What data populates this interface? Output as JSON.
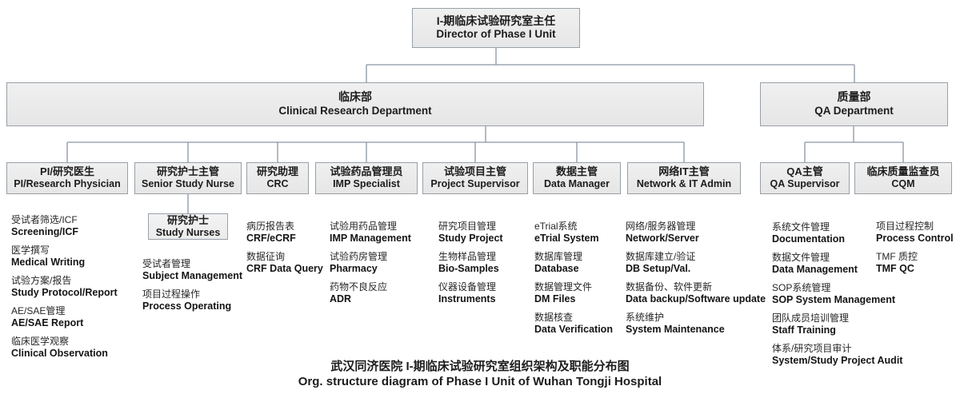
{
  "caption": {
    "zh": "武汉同济医院 I-期临床试验研究室组织架构及职能分布图",
    "en": "Org. structure diagram of Phase I Unit of Wuhan Tongji Hospital"
  },
  "nodes": {
    "director": {
      "zh": "I-期临床试验研究室主任",
      "en": "Director of Phase I Unit"
    },
    "clinical_dept": {
      "zh": "临床部",
      "en": "Clinical Research Department"
    },
    "qa_dept": {
      "zh": "质量部",
      "en": "QA Department"
    },
    "study_nurses": {
      "zh": "研究护士",
      "en": "Study Nurses"
    },
    "roles": [
      {
        "zh": "PI/研究医生",
        "en": "PI/Research Physician"
      },
      {
        "zh": "研究护士主管",
        "en": "Senior Study Nurse"
      },
      {
        "zh": "研究助理",
        "en": "CRC"
      },
      {
        "zh": "试验药品管理员",
        "en": "IMP Specialist"
      },
      {
        "zh": "试验项目主管",
        "en": "Project Supervisor"
      },
      {
        "zh": "数据主管",
        "en": "Data Manager"
      },
      {
        "zh": "网络IT主管",
        "en": "Network & IT Admin"
      },
      {
        "zh": "QA主管",
        "en": "QA Supervisor"
      },
      {
        "zh": "临床质量监查员",
        "en": "CQM"
      }
    ]
  },
  "duties": {
    "pi": [
      {
        "zh": "受试者筛选/ICF",
        "en": "Screening/ICF"
      },
      {
        "zh": "医学撰写",
        "en": "Medical Writing"
      },
      {
        "zh": "试验方案/报告",
        "en": "Study Protocol/Report"
      },
      {
        "zh": "AE/SAE管理",
        "en": "AE/SAE Report"
      },
      {
        "zh": "临床医学观察",
        "en": "Clinical Observation"
      }
    ],
    "nurse": [
      {
        "zh": "受试者管理",
        "en": "Subject Management"
      },
      {
        "zh": "项目过程操作",
        "en": "Process Operating"
      }
    ],
    "crc": [
      {
        "zh": "病历报告表",
        "en": "CRF/eCRF"
      },
      {
        "zh": "数据征询",
        "en": "CRF Data Query"
      }
    ],
    "imp": [
      {
        "zh": "试验用药品管理",
        "en": "IMP Management"
      },
      {
        "zh": "试验药房管理",
        "en": "Pharmacy"
      },
      {
        "zh": "药物不良反应",
        "en": "ADR"
      }
    ],
    "project": [
      {
        "zh": "研究项目管理",
        "en": "Study Project"
      },
      {
        "zh": "生物样品管理",
        "en": "Bio-Samples"
      },
      {
        "zh": "仪器设备管理",
        "en": "Instruments"
      }
    ],
    "data": [
      {
        "zh": "eTrial系统",
        "en": "eTrial System"
      },
      {
        "zh": "数据库管理",
        "en": "Database"
      },
      {
        "zh": "数据管理文件",
        "en": "DM Files"
      },
      {
        "zh": "数据核查",
        "en": "Data Verification"
      }
    ],
    "it": [
      {
        "zh": "网络/服务器管理",
        "en": "Network/Server"
      },
      {
        "zh": "数据库建立/验证",
        "en": "DB Setup/Val."
      },
      {
        "zh": "数据备份、软件更新",
        "en": "Data backup/Software update"
      },
      {
        "zh": "系统维护",
        "en": "System Maintenance"
      }
    ],
    "qa": [
      {
        "zh": "系统文件管理",
        "en": "Documentation"
      },
      {
        "zh": "数据文件管理",
        "en": "Data Management"
      },
      {
        "zh": "SOP系统管理",
        "en": "SOP System Management"
      },
      {
        "zh": "团队成员培训管理",
        "en": "Staff Training"
      },
      {
        "zh": "体系/研究项目审计",
        "en": "System/Study Project Audit"
      }
    ],
    "cqm": [
      {
        "zh": "项目过程控制",
        "en": "Process Control"
      },
      {
        "zh": "TMF 质控",
        "en": "TMF QC"
      }
    ]
  },
  "colors": {
    "box_fill": "#ececec",
    "box_border": "#98a0a8",
    "connector_line": "#8a94a4",
    "text": "#1c1c1c"
  }
}
